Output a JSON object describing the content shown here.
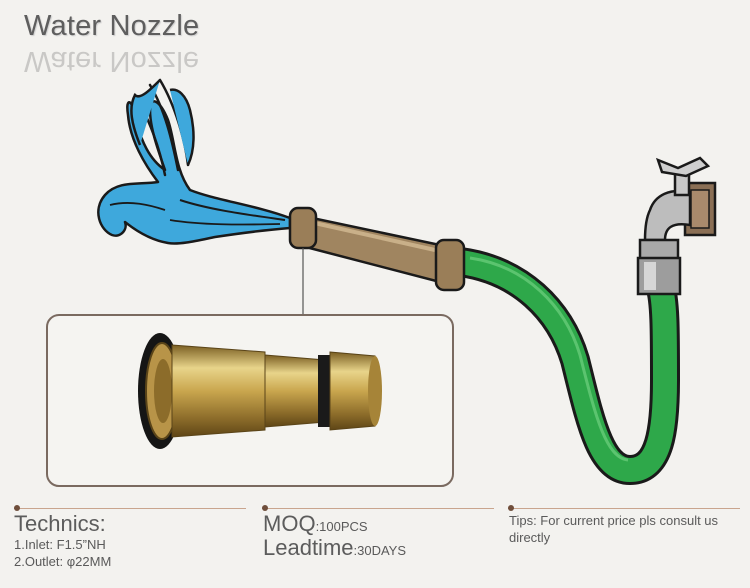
{
  "page": {
    "title": "Water Nozzle"
  },
  "specs": {
    "technics_heading": "Technics:",
    "inlet": "1.Inlet: F1.5”NH",
    "outlet": "2.Outlet: φ22MM"
  },
  "order": {
    "moq_label": "MOQ",
    "moq_value": ":100PCS",
    "leadtime_label": "Leadtime",
    "leadtime_value": ":30DAYS"
  },
  "tips": {
    "text": "Tips: For current price pls consult us directly"
  },
  "colors": {
    "water": "#3ea8dc",
    "hose": "#2ea84a",
    "nozzle_body": "#a08560",
    "brass": "#c9a64e",
    "accent_dot": "#6f4e3b"
  }
}
